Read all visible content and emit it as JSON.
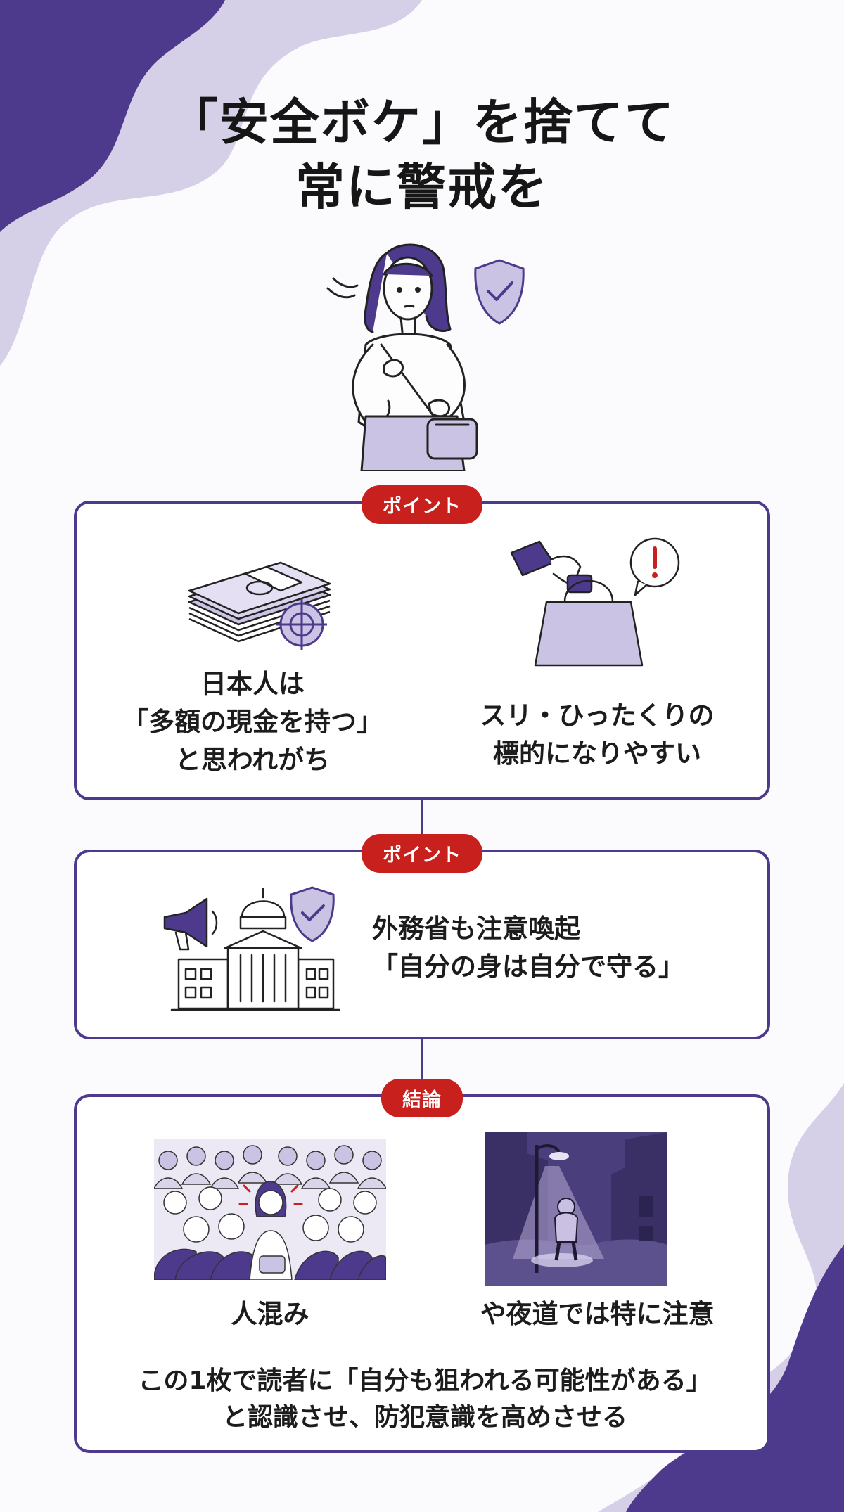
{
  "title": {
    "line1": "「安全ボケ」を捨てて",
    "line2": "常に警戒を"
  },
  "sections": [
    {
      "badge": "ポイント",
      "items": [
        {
          "icon": "money-target-icon",
          "lines": [
            "日本人は",
            "「多額の現金を持つ」",
            "と思われがち"
          ]
        },
        {
          "icon": "pickpocket-bag-icon",
          "lines": [
            "スリ・ひったくりの",
            "標的になりやすい"
          ]
        }
      ]
    },
    {
      "badge": "ポイント",
      "icon": "government-building-icon",
      "lines": [
        "外務省も注意喚起",
        "「自分の身は自分で守る」"
      ]
    },
    {
      "badge": "結論",
      "items": [
        {
          "icon": "crowd-illustration",
          "label": "人混み"
        },
        {
          "icon": "night-street-illustration",
          "label": "や夜道では特に注意"
        }
      ],
      "summary": [
        "この1枚で読者に「自分も狙われる可能性がある」",
        "と認識させ、防犯意識を高めさせる"
      ]
    }
  ],
  "colors": {
    "accent": "#4d3a8c",
    "badge": "#c8201c",
    "lavender": "#cbc3e3"
  }
}
